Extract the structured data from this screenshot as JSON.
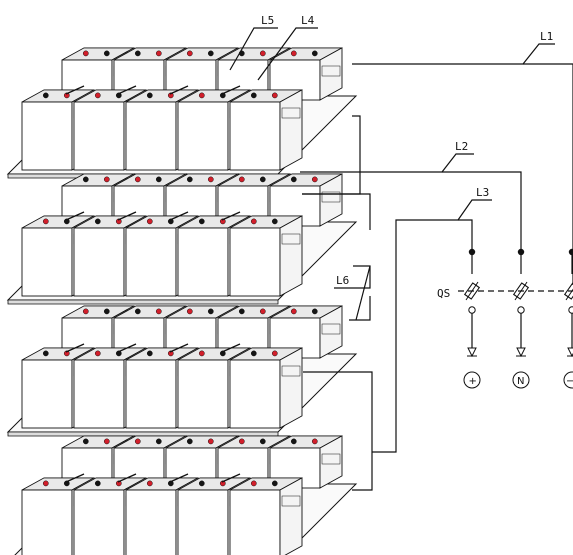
{
  "labels": {
    "L1": "L1",
    "L2": "L2",
    "L3": "L3",
    "L4": "L4",
    "L5": "L5",
    "L6": "L6",
    "QS": "QS"
  },
  "terminals": {
    "positive": "+",
    "neutral": "N",
    "negative": "−"
  },
  "colors": {
    "line": "#111111",
    "battery_face": "#ffffff",
    "battery_shade": "#e9e9e9",
    "terminal_positive": "#d21f2b",
    "terminal_negative": "#151515"
  }
}
